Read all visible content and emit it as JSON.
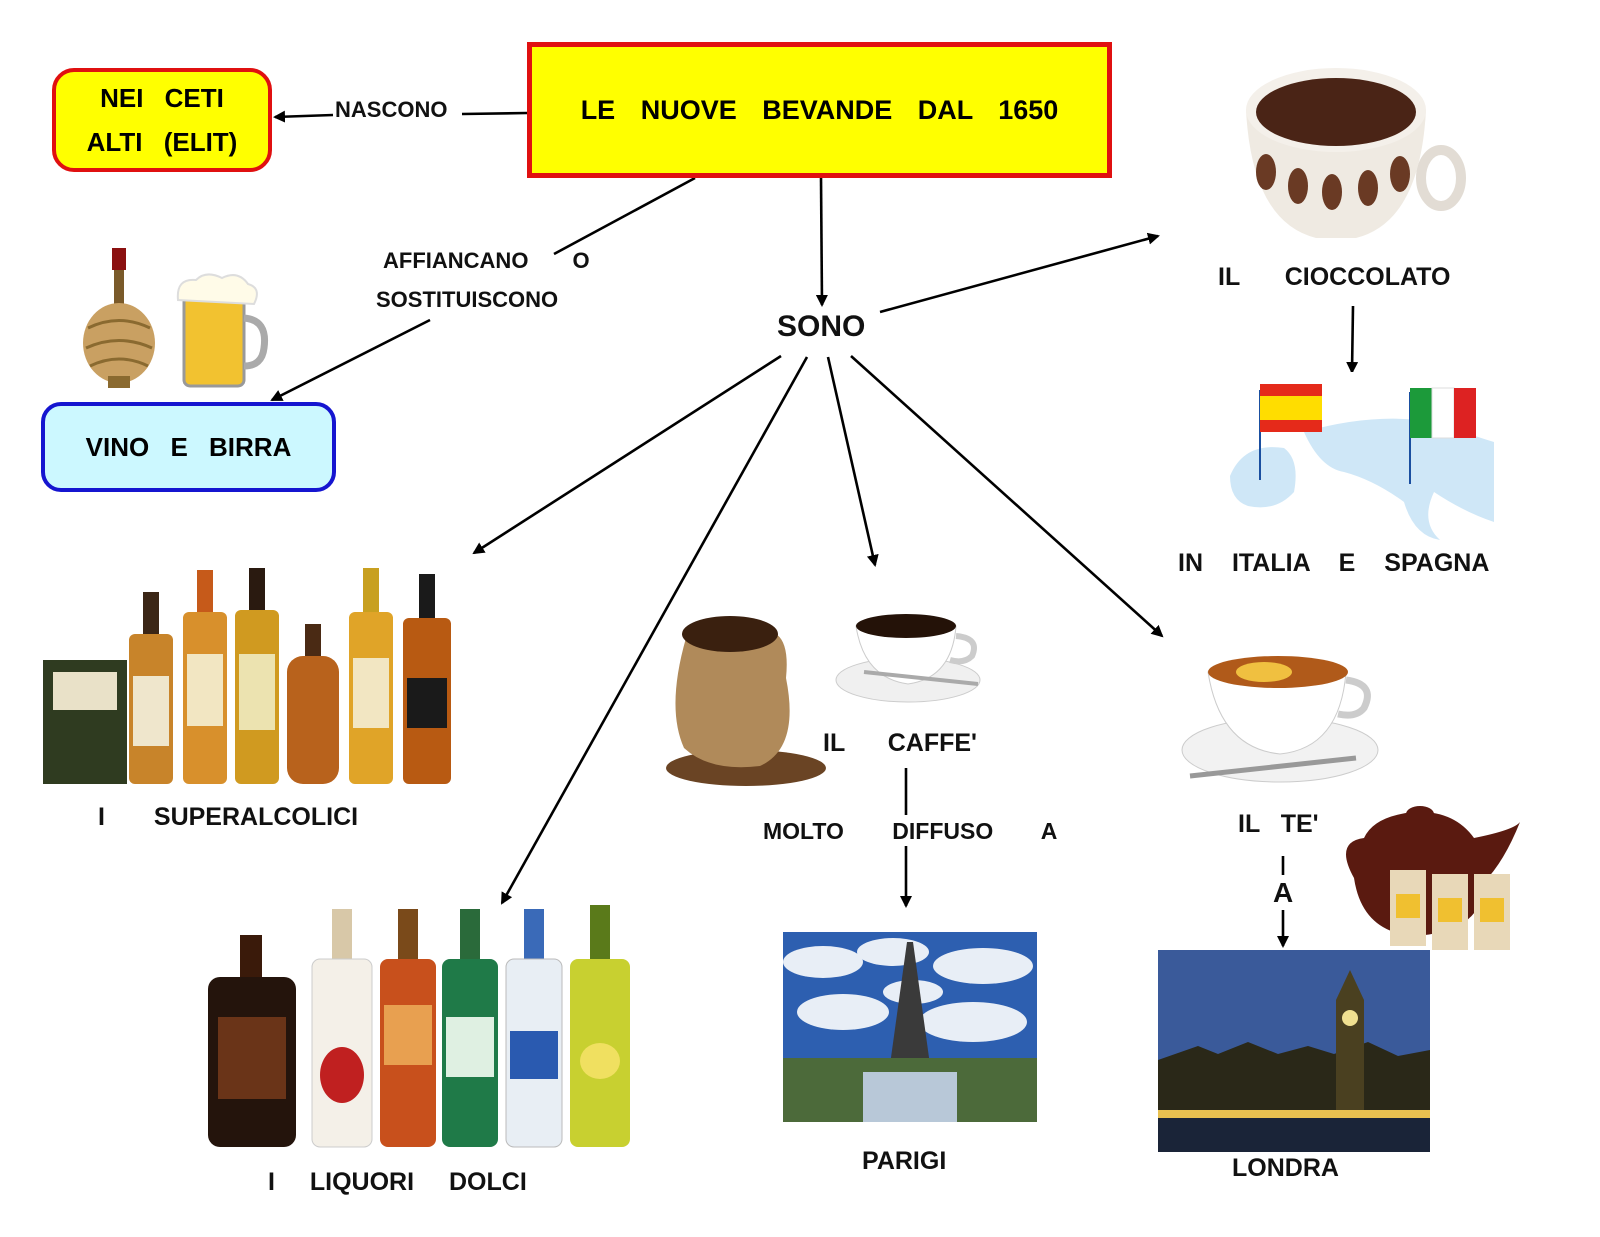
{
  "title": "LE NUOVE BEVANDE DAL 1650",
  "elite": {
    "line1": "NEI CETI",
    "line2": "ALTI (ELIT)"
  },
  "nascono": "NASCONO",
  "affiancano": {
    "line1": "AFFIANCANO O",
    "line2": "SOSTITUISCONO"
  },
  "wine_beer": "VINO E BIRRA",
  "sono": "SONO",
  "chocolate": {
    "label": "IL CIOCCOLATO",
    "where": "IN ITALIA E SPAGNA"
  },
  "spirits": "I SUPERALCOLICI",
  "liqueurs": "I LIQUORI DOLCI",
  "coffee": {
    "label": "IL CAFFE'",
    "link": "MOLTO DIFFUSO A",
    "city": "PARIGI"
  },
  "tea": {
    "label": "IL TE'",
    "link": "A",
    "city": "LONDRA"
  },
  "images": {
    "wine_beer": [
      "wine-flask-icon",
      "beer-mug-icon"
    ],
    "chocolate": "chocolate-cup-icon",
    "flags_map": "europe-map-flags-icon",
    "spirits": "whisky-bottles-icon",
    "liqueurs": "liqueur-bottles-icon",
    "coffee": [
      "coffee-sack-icon",
      "coffee-cup-icon"
    ],
    "tea": [
      "tea-cup-icon",
      "teapot-icon"
    ],
    "paris": "eiffel-tower-photo",
    "london": "big-ben-photo"
  },
  "colors": {
    "title_fill": "#ffff00",
    "title_border": "#e01010",
    "wine_fill": "#ccf8ff",
    "wine_border": "#1515d0"
  }
}
